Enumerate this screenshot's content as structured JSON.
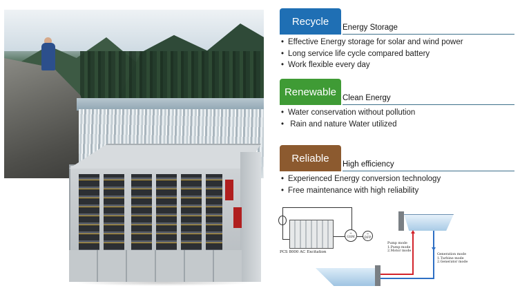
{
  "sections": [
    {
      "tag": "Recycle",
      "tag_color": "#1f6fb4",
      "subtitle": "Energy Storage",
      "bullets": [
        "Effective Energy storage for solar and wind power",
        "Long service life cycle compared battery",
        "Work flexible every day"
      ]
    },
    {
      "tag": "Renewable",
      "tag_color": "#3f9b35",
      "subtitle": "Clean Energy",
      "bullets": [
        "Water conservation without pollution",
        " Rain and nature Water utilized"
      ]
    },
    {
      "tag": "Reliable",
      "tag_color": "#8c5a2f",
      "subtitle": "High efficiency",
      "bullets": [
        "Experienced Energy conversion technology",
        "Free maintenance with high reliability"
      ]
    }
  ],
  "diagram": {
    "excitation_label": "PCS 8000 AC Excitation",
    "circle_gsm": "~\nGSM",
    "circle_dfp": "~\nDFP",
    "pump_mode": [
      "Pump mode",
      "1.Pump mode",
      "2.Motor mode"
    ],
    "generation_mode": [
      "Generation mode",
      "1.Turbine mode",
      "2.Generator mode"
    ]
  },
  "colors": {
    "rule": "#3c6f8a",
    "pump_arrow": "#d2232a",
    "generation_arrow": "#2e6fc4"
  }
}
